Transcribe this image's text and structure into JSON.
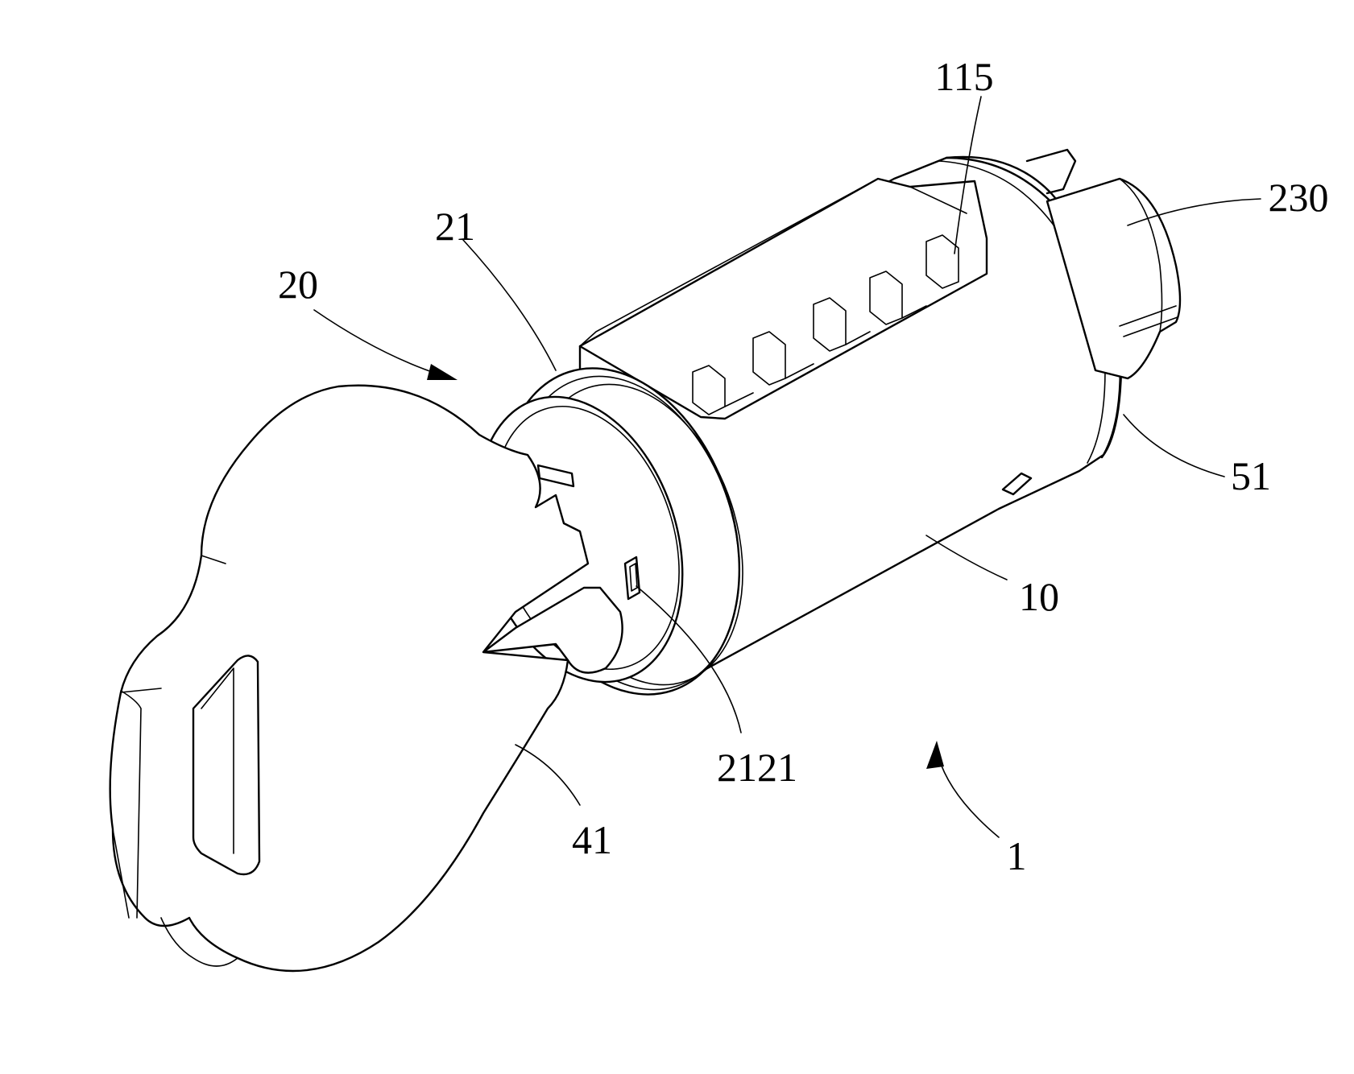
{
  "labels": {
    "cylinder_assembly": "1",
    "housing": "10",
    "pin_slot": "115",
    "plug": "20",
    "front_flange": "21",
    "indicator_window": "2121",
    "tail_piece": "230",
    "key_bow": "41",
    "rear_ring": "51"
  }
}
